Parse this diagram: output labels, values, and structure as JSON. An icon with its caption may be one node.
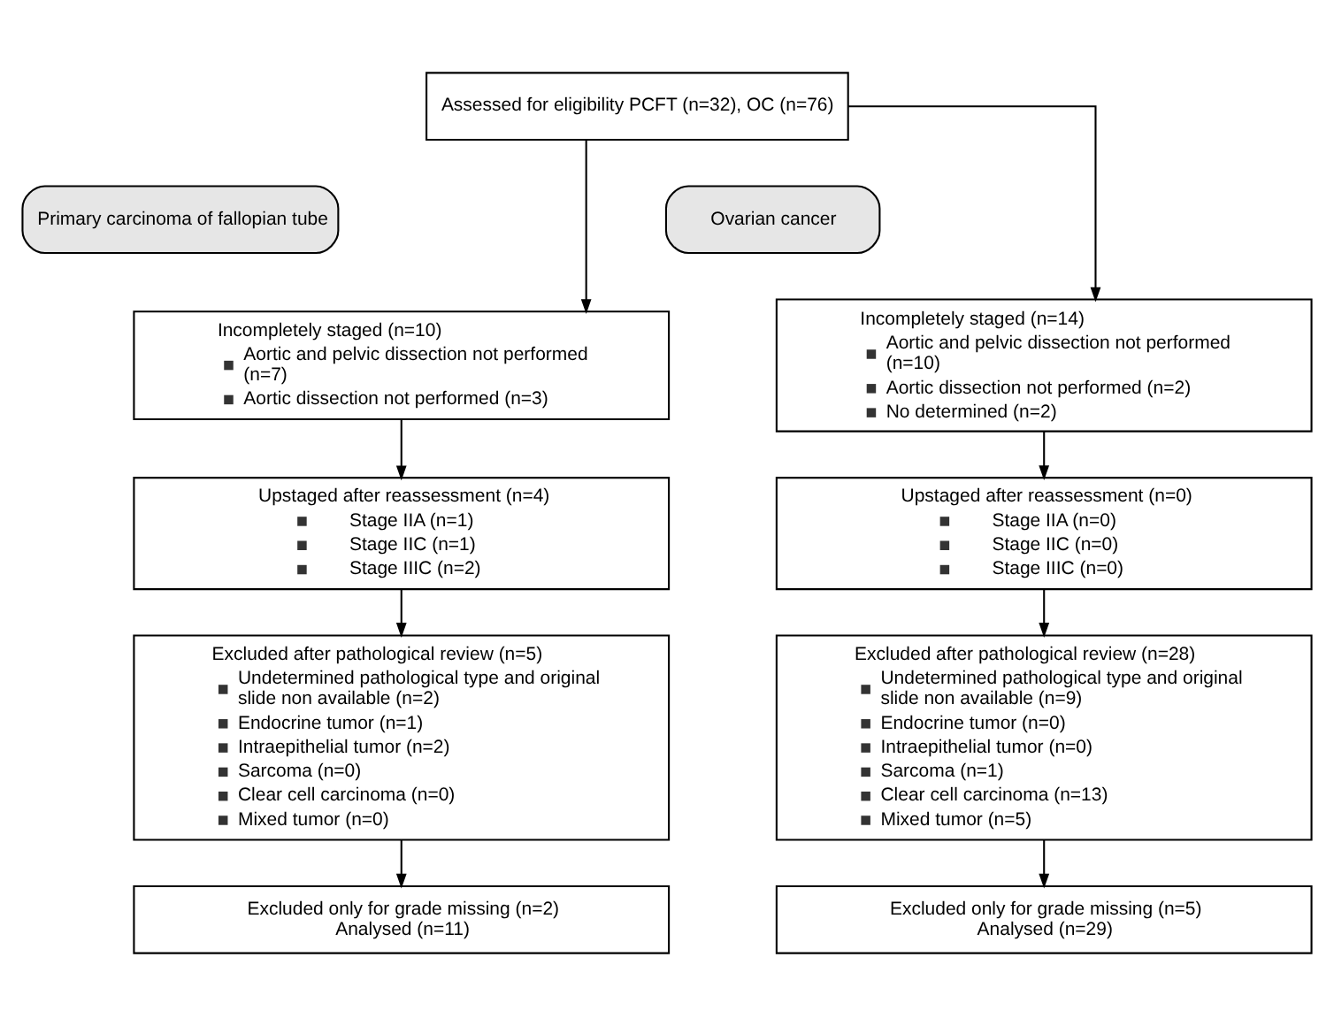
{
  "diagram": {
    "nodes": [
      {
        "text": [
          "Assessed for eligibility PCFT (n=32), OC (n=76)"
        ]
      },
      {
        "text": [
          "Primary carcinoma of fallopian tube"
        ]
      },
      {
        "text": [
          "Ovarian cancer"
        ]
      },
      {
        "text": [
          "Incompletely staged (n=10)",
          "Aortic and pelvic dissection not performed (n=7)",
          "Aortic dissection not performed (n=3)"
        ]
      },
      {
        "text": [
          "Incompletely staged (n=14)",
          "Aortic and pelvic dissection not performed (n=10)",
          "Aortic dissection not performed (n=2)",
          "No determined (n=2)"
        ]
      },
      {
        "text": [
          "Upstaged after reassessment (n=4)",
          "Stage IIA (n=1)",
          "Stage IIC (n=1)",
          "Stage IIIC (n=2)"
        ]
      },
      {
        "text": [
          "Upstaged after reassessment (n=0)",
          "Stage IIA (n=0)",
          "Stage IIC (n=0)",
          "Stage IIIC (n=0)"
        ]
      },
      {
        "text": [
          "Excluded after pathological review (n=5)",
          "Undetermined pathological type and original slide non available (n=2)",
          "Endocrine tumor (n=1)",
          "Intraepithelial tumor (n=2)",
          "Sarcoma (n=0)",
          "Clear cell carcinoma (n=0)",
          "Mixed tumor (n=0)"
        ]
      },
      {
        "text": [
          "Excluded after pathological review (n=28)",
          "Undetermined pathological type and original slide non available (n=9)",
          "Endocrine tumor (n=0)",
          "Intraepithelial tumor (n=0)",
          "Sarcoma (n=1)",
          "Clear cell carcinoma (n=13)",
          "Mixed tumor (n=5)"
        ]
      },
      {
        "text": [
          "Excluded only for grade missing (n=2)",
          "Analysed (n=11)"
        ]
      },
      {
        "text": [
          "Excluded only for grade missing (n=5)",
          "Analysed (n=29)"
        ]
      }
    ],
    "edges": [
      {
        "from": 0,
        "to": 3,
        "arrow": "to"
      },
      {
        "from": 0,
        "to": 4,
        "arrow": "to"
      },
      {
        "from": 3,
        "to": 5,
        "arrow": "to"
      },
      {
        "from": 4,
        "to": 6,
        "arrow": "to"
      },
      {
        "from": 5,
        "to": 7,
        "arrow": "to"
      },
      {
        "from": 6,
        "to": 8,
        "arrow": "to"
      },
      {
        "from": 7,
        "to": 9,
        "arrow": "to"
      },
      {
        "from": 8,
        "to": 10,
        "arrow": "to"
      }
    ]
  }
}
